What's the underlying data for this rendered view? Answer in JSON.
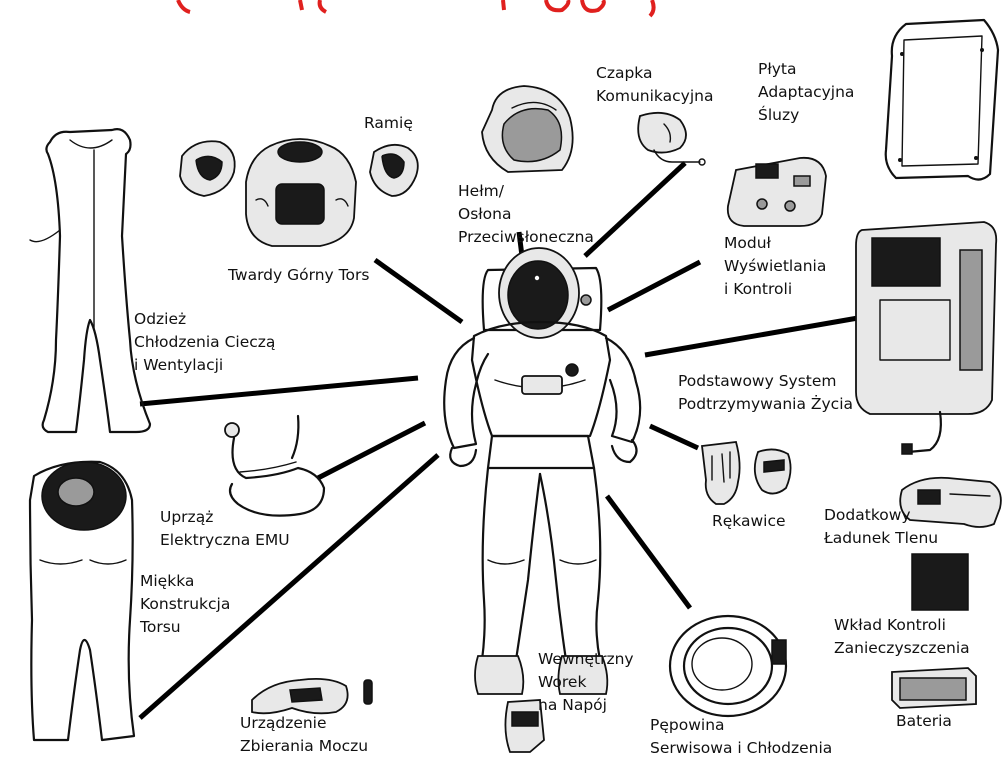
{
  "colors": {
    "accent": "#e0201e",
    "ink": "#111111",
    "background": "#ffffff"
  },
  "labels": {
    "ramie": "Ramię",
    "czapka": "Czapka\nKomunikacyjna",
    "plyta": "Płyta\nAdaptacyjna\nŚluzy",
    "helm": "Hełm/\nOsłona\nPrzeciwsłoneczna",
    "gorny_tors": "Twardy Górny Tors",
    "modul": "Moduł\nWyświetlania\ni Kontroli",
    "odziez": "Odzież\nChłodzenia Cieczą\ni Wentylacji",
    "pls": "Podstawowy System\nPodtrzymywania Życia",
    "rekawice": "Rękawice",
    "uprzaz": "Uprząż\nElektryczna EMU",
    "dodatkowy": "Dodatkowy\nŁadunek Tlenu",
    "miekka": "Miękka\nKonstrukcja\nTorsu",
    "wklad": "Wkład Kontroli\nZanieczyszczenia",
    "worek": "Wewnętrzny\nWorek\nna Napój",
    "urzadzenie": "Urządzenie\nZbierania Moczu",
    "bateria": "Bateria",
    "pepowina": "Pępowina\nSerwisowa i Chłodzenia"
  }
}
